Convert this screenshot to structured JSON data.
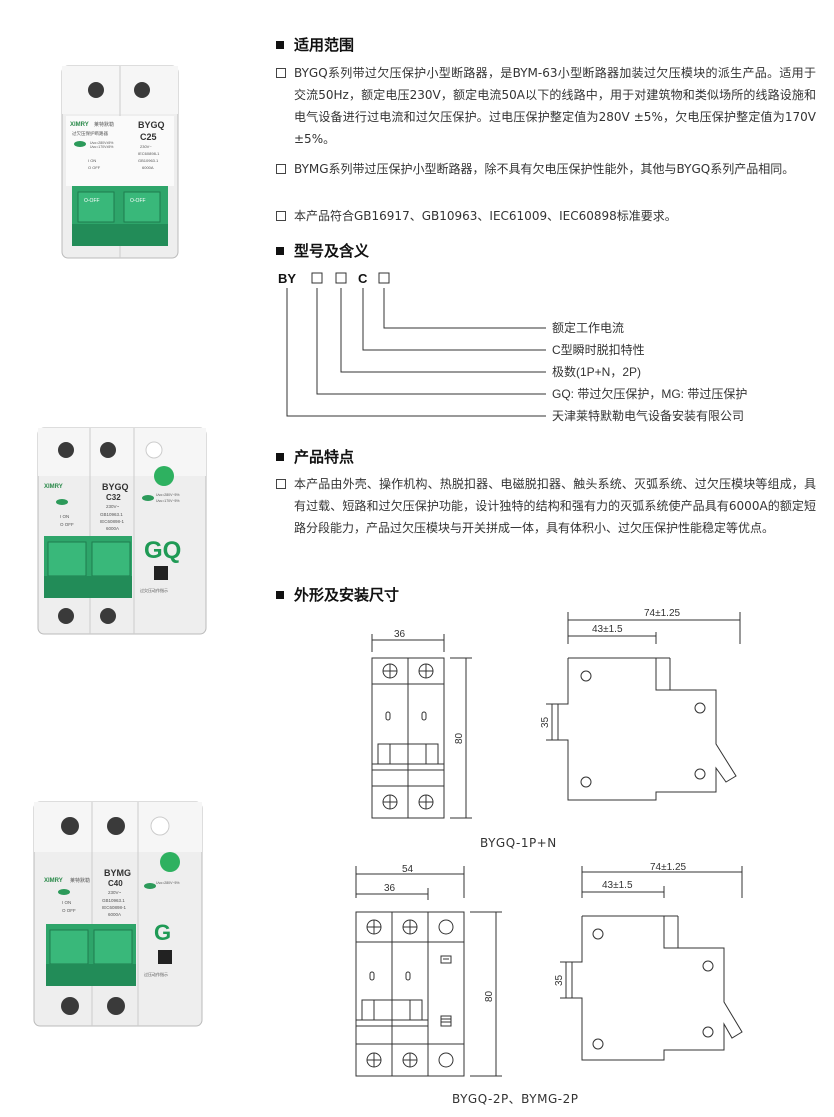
{
  "sections": {
    "scope": {
      "title": "适用范围",
      "items": [
        "BYGQ系列带过欠压保护小型断路器，是BYM-63小型断路器加装过欠压模块的派生产品。适用于交流50Hz，额定电压230V，额定电流50A以下的线路中，用于对建筑物和类似场所的线路设施和电气设备进行过电流和过欠压保护。过电压保护整定值为280V ±5%，欠电压保护整定值为170V ±5%。",
        "BYMG系列带过压保护小型断路器，除不具有欠电压保护性能外，其他与BYGQ系列产品相同。",
        "本产品符合GB16917、GB10963、IEC61009、IEC60898标准要求。"
      ]
    },
    "model": {
      "title": "型号及含义",
      "code_prefix": "BY",
      "code_c": "C",
      "meanings": [
        "额定工作电流",
        "C型瞬时脱扣特性",
        "极数(1P+N，2P)",
        "GQ: 带过欠压保护，MG: 带过压保护",
        "天津莱特默勒电气设备安装有限公司"
      ]
    },
    "features": {
      "title": "产品特点",
      "items": [
        "本产品由外壳、操作机构、热脱扣器、电磁脱扣器、触头系统、灭弧系统、过欠压模块等组成，具有过载、短路和过欠压保护功能，设计独特的结构和强有力的灭弧系统使产品具有6000A的额定短路分段能力，产品过欠压模块与开关拼成一体，具有体积小、过欠压保护性能稳定等优点。"
      ]
    },
    "dimensions": {
      "title": "外形及安装尺寸",
      "drawing1": {
        "w": "36",
        "h": "80",
        "depth": "74±1.25",
        "mid": "43±1.5",
        "rail": "35",
        "caption": "BYGQ-1P+N"
      },
      "drawing2": {
        "w_total": "54",
        "w": "36",
        "h": "80",
        "depth": "74±1.25",
        "mid": "43±1.5",
        "rail": "35",
        "caption": "BYGQ-2P、BYMG-2P"
      }
    }
  },
  "products": [
    {
      "brand": "XIMRY",
      "brand_cn": "莱特默勒",
      "model": "BYGQ",
      "rating": "C25",
      "sub": "过欠压保护断路器",
      "volts": "230V~",
      "std1": "IEC60898-1",
      "std2": "GB10963.1",
      "breaking": "6000A",
      "on": "I ON",
      "off": "O OFF",
      "handle": "O-OFF",
      "uv": "Uvo=280V±5%",
      "uv2": "Uvu=170V±5%"
    },
    {
      "brand": "XIMRY",
      "model": "BYGQ",
      "rating": "C32",
      "volts": "230V~",
      "std1": "GB10963.1",
      "std2": "IEC60898-1",
      "breaking": "6000A",
      "on": "I ON",
      "off": "O OFF",
      "uv": "Uvo=280V~5%",
      "uv2": "Uvu=170V~5%",
      "module": "GQ",
      "note": "过欠压动作指示"
    },
    {
      "brand": "XIMRY",
      "brand_cn": "莱特默勒",
      "model": "BYMG",
      "rating": "C40",
      "volts": "230V~",
      "std1": "GB10963.1",
      "std2": "IEC60898-1",
      "breaking": "6000A",
      "on": "I ON",
      "off": "O OFF",
      "uv": "Uvo=280V~5%",
      "module": "G",
      "note": "过压动作指示"
    }
  ]
}
